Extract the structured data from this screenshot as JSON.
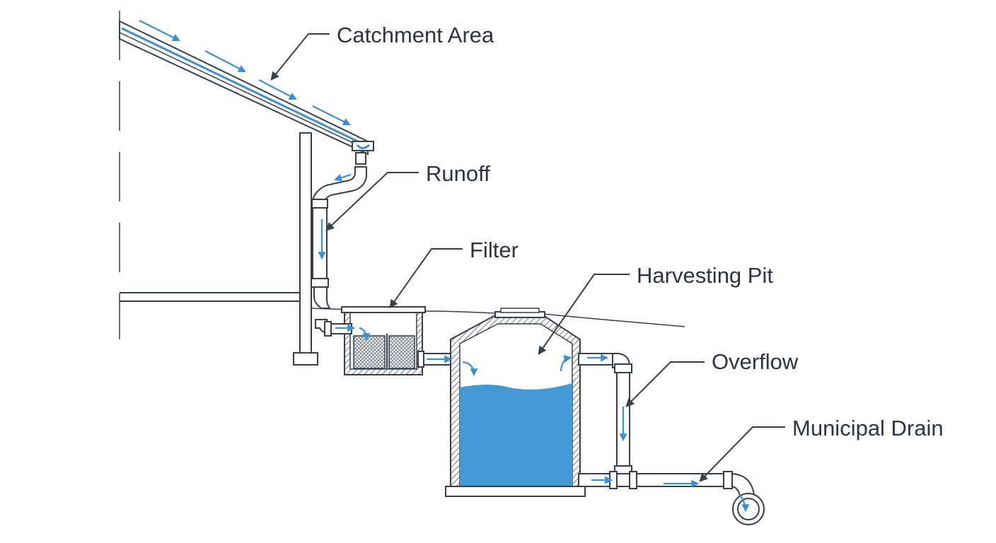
{
  "diagram": {
    "labels": {
      "catchment": "Catchment Area",
      "runoff": "Runoff",
      "filter": "Filter",
      "pit": "Harvesting Pit",
      "overflow": "Overflow",
      "drain": "Municipal Drain"
    },
    "colors": {
      "line": "#37404a",
      "flow": "#3d8fd1",
      "water": "#4299d3",
      "text": "#2e3440"
    }
  }
}
